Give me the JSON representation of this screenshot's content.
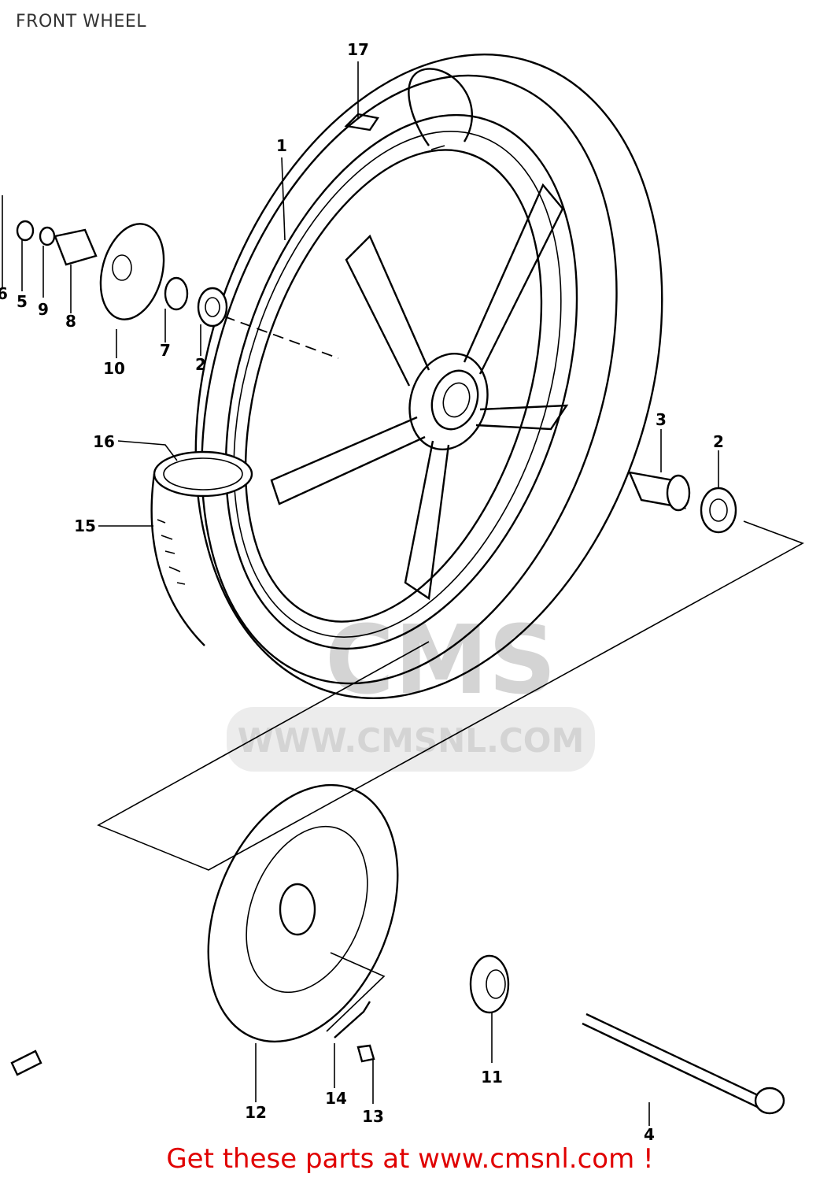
{
  "title": "FRONT WHEEL",
  "watermark": {
    "brand": "CMS",
    "url": "WWW.CMSNL.COM"
  },
  "footer": "Get these parts at www.cmsnl.com !",
  "callouts": {
    "c1": "1",
    "c2a": "2",
    "c2b": "2",
    "c3": "3",
    "c4": "4",
    "c5": "5",
    "c6": "6",
    "c7": "7",
    "c8": "8",
    "c9": "9",
    "c10": "10",
    "c11": "11",
    "c12": "12",
    "c13": "13",
    "c14": "14",
    "c15": "15",
    "c16": "16",
    "c17": "17"
  }
}
